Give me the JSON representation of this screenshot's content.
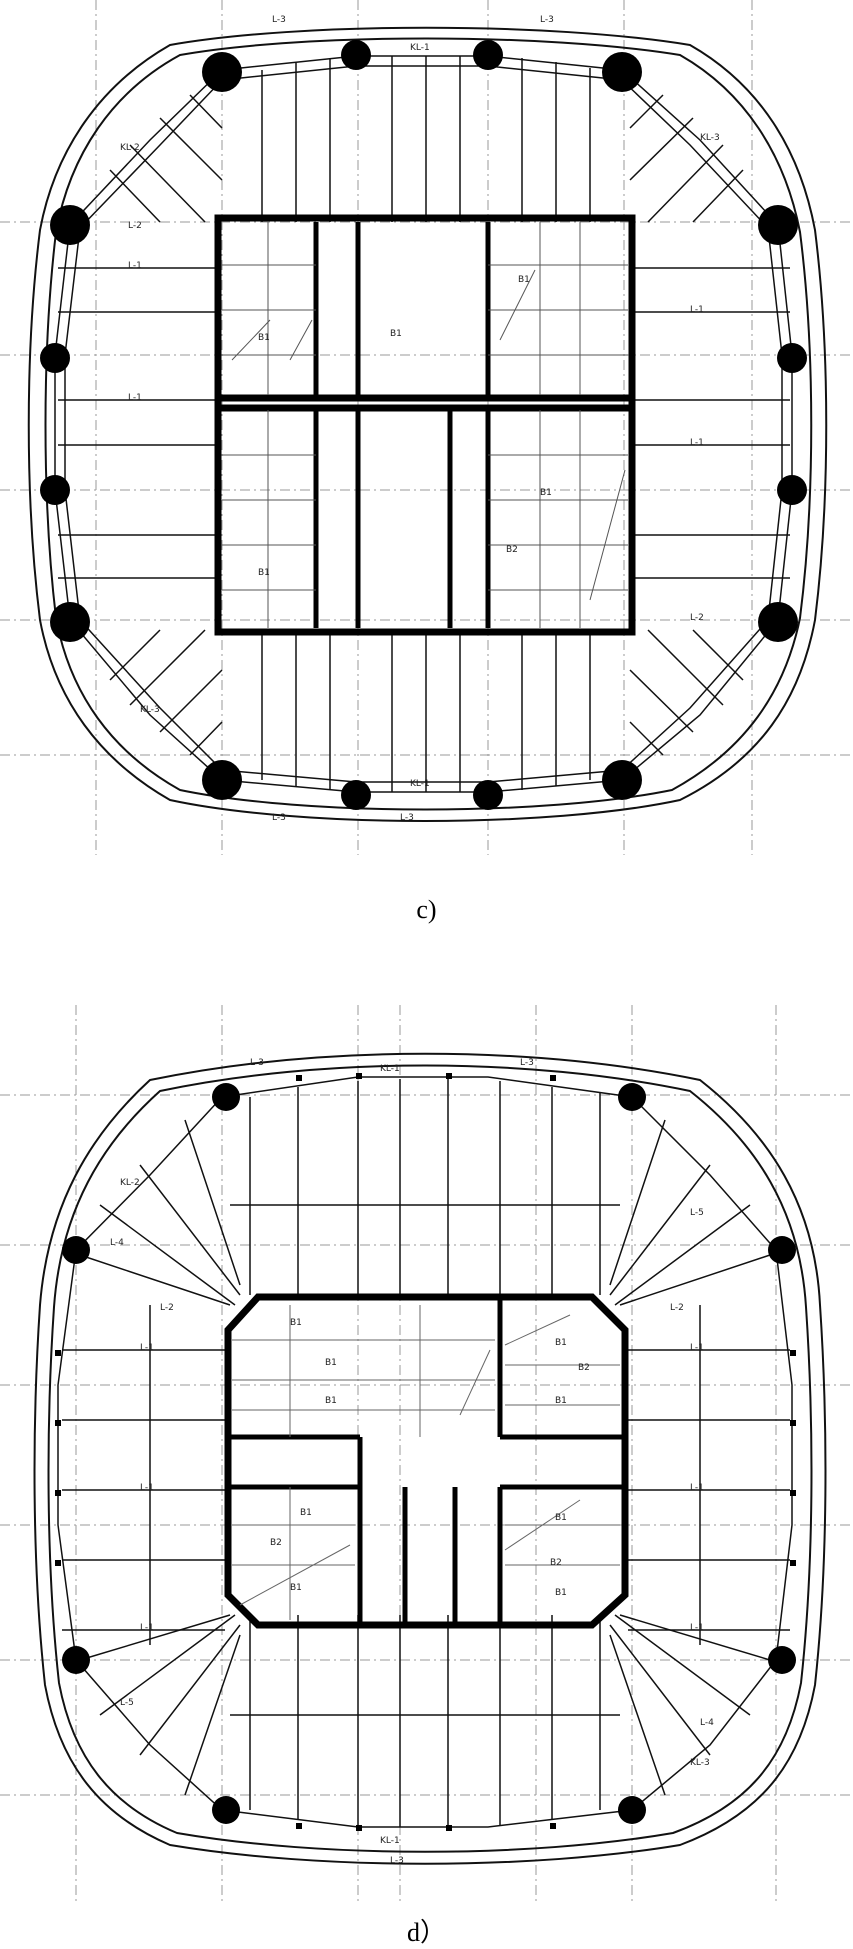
{
  "figures": [
    {
      "caption": "c)",
      "beam_labels": [
        "L-1",
        "L-2",
        "L-3",
        "KL-1",
        "KL-2",
        "KL-3"
      ],
      "slab_labels": [
        "B1",
        "B2"
      ]
    },
    {
      "caption": "d）",
      "beam_labels": [
        "L-1",
        "L-2",
        "L-3",
        "L-4",
        "L-5",
        "KL-1",
        "KL-2",
        "KL-3"
      ],
      "slab_labels": [
        "B1",
        "B2"
      ]
    }
  ],
  "colors": {
    "line": "#111111",
    "grid": "#9a9a9a",
    "background": "#ffffff"
  }
}
